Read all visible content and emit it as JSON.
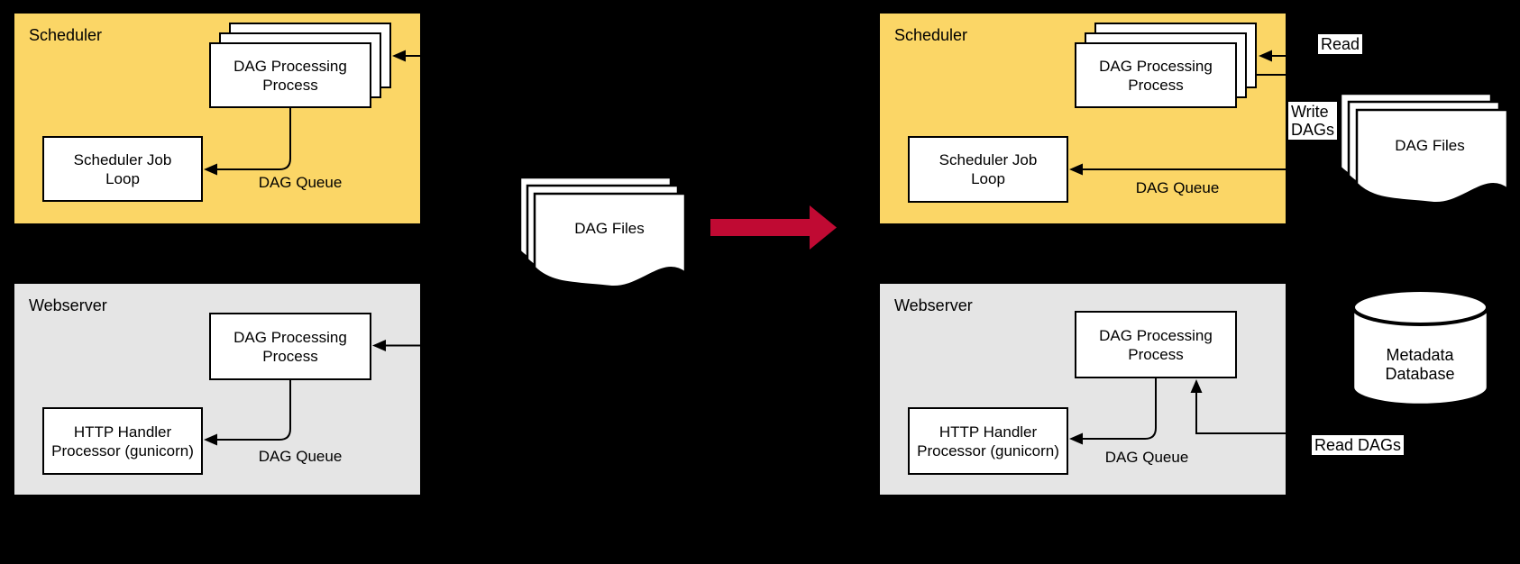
{
  "colors": {
    "background": "#000000",
    "scheduler_fill": "#FBD666",
    "webserver_fill": "#E5E5E5",
    "node_fill": "#FFFFFF",
    "line": "#000000",
    "red_arrow": "#C00A33",
    "label_text": "#000000",
    "label_bg": "#FFFFFF"
  },
  "left_scheduler": {
    "title": "Scheduler",
    "process": "DAG Processing\nProcess",
    "job_loop": "Scheduler Job\nLoop",
    "queue": "DAG Queue"
  },
  "left_webserver": {
    "title": "Webserver",
    "process": "DAG Processing\nProcess",
    "handler": "HTTP Handler\nProcessor (gunicorn)",
    "queue": "DAG Queue"
  },
  "center": {
    "dag_files": "DAG Files"
  },
  "right_scheduler": {
    "title": "Scheduler",
    "process": "DAG Processing\nProcess",
    "job_loop": "Scheduler Job\nLoop",
    "queue": "DAG Queue"
  },
  "right_webserver": {
    "title": "Webserver",
    "process": "DAG Processing\nProcess",
    "handler": "HTTP Handler\nProcessor (gunicorn)",
    "queue": "DAG Queue"
  },
  "right_column": {
    "read": "Read",
    "write_dags": "Write\nDAGs",
    "dag_files": "DAG Files",
    "metadata_database": "Metadata\nDatabase",
    "read_dags": "Read DAGs"
  }
}
